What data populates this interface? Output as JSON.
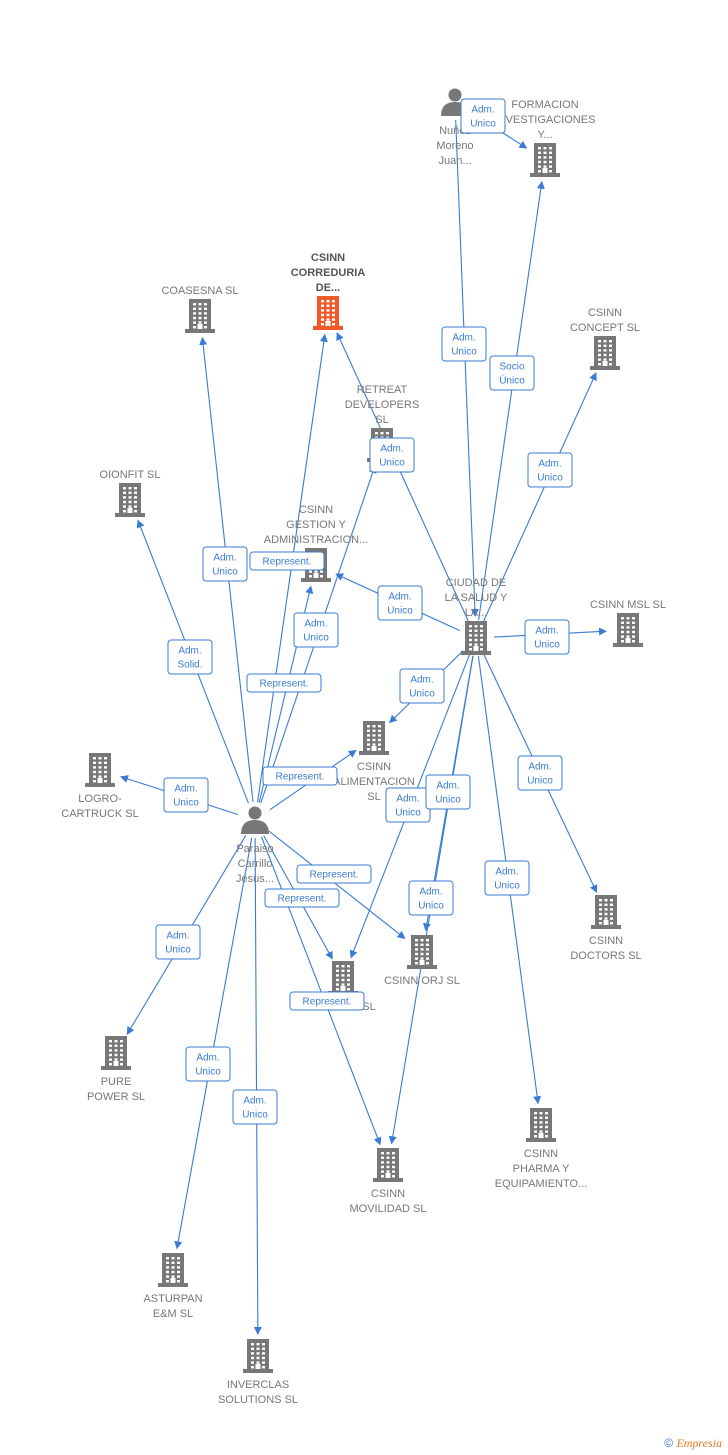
{
  "colors": {
    "edge": "#3a7bd5",
    "company": "#777777",
    "main": "#f05a28",
    "person": "#777777"
  },
  "footer": {
    "copyright": "©",
    "brand": "Empresia"
  },
  "nodes": [
    {
      "id": "nunez",
      "kind": "person",
      "lines": [
        "Nuñez",
        "Moreno",
        "Juan..."
      ]
    },
    {
      "id": "formacion",
      "kind": "company",
      "lines": [
        "FORMACION",
        "INVESTIGACIONES",
        "Y..."
      ]
    },
    {
      "id": "csinn_correduria",
      "kind": "main",
      "lines": [
        "CSINN",
        "CORREDURIA",
        "DE..."
      ]
    },
    {
      "id": "coasesna",
      "kind": "company",
      "lines": [
        "COASESNA SL"
      ]
    },
    {
      "id": "csinn_concept",
      "kind": "company",
      "lines": [
        "CSINN",
        "CONCEPT SL"
      ]
    },
    {
      "id": "retreat",
      "kind": "company",
      "lines": [
        "RETREAT",
        "DEVELOPERS",
        "SL"
      ]
    },
    {
      "id": "oionfit",
      "kind": "company",
      "lines": [
        "OIONFIT SL"
      ]
    },
    {
      "id": "csinn_gestion",
      "kind": "company",
      "lines": [
        "CSINN",
        "GESTION Y",
        "ADMINISTRACION..."
      ]
    },
    {
      "id": "ciudad",
      "kind": "company",
      "lines": [
        "CIUDAD DE",
        "LA SALUD Y",
        "LA..."
      ]
    },
    {
      "id": "csinn_msl",
      "kind": "company",
      "lines": [
        "CSINN MSL SL"
      ]
    },
    {
      "id": "csinn_alimentacion",
      "kind": "company",
      "lines": [
        "CSINN",
        "ALIMENTACION",
        "SL"
      ]
    },
    {
      "id": "logro",
      "kind": "company",
      "lines": [
        "LOGRO-",
        "CARTRUCK SL"
      ]
    },
    {
      "id": "paraiso",
      "kind": "person",
      "lines": [
        "Paraiso",
        "Carrillo",
        "Jesus..."
      ]
    },
    {
      "id": "csinn_doctors",
      "kind": "company",
      "lines": [
        "CSINN",
        "DOCTORS SL"
      ]
    },
    {
      "id": "csinn_orj",
      "kind": "company",
      "lines": [
        "CSINN ORJ SL"
      ]
    },
    {
      "id": "energia",
      "kind": "company",
      "lines": [
        "ENERGIA SL"
      ]
    },
    {
      "id": "pure",
      "kind": "company",
      "lines": [
        "PURE",
        "POWER SL"
      ]
    },
    {
      "id": "csinn_pharma",
      "kind": "company",
      "lines": [
        "CSINN",
        "PHARMA Y",
        "EQUIPAMIENTO..."
      ]
    },
    {
      "id": "csinn_movilidad",
      "kind": "company",
      "lines": [
        "CSINN",
        "MOVILIDAD SL"
      ]
    },
    {
      "id": "asturpan",
      "kind": "company",
      "lines": [
        "ASTURPAN",
        "E&M SL"
      ]
    },
    {
      "id": "inverclas",
      "kind": "company",
      "lines": [
        "INVERCLAS",
        "SOLUTIONS SL"
      ]
    }
  ],
  "edges": [
    {
      "from": "nunez",
      "to": "formacion",
      "lines": [
        "Adm.",
        "Unico"
      ]
    },
    {
      "from": "nunez",
      "to": "ciudad",
      "lines": [
        "Adm.",
        "Unico"
      ]
    },
    {
      "from": "ciudad",
      "to": "formacion",
      "lines": [
        "Socio",
        "Único"
      ]
    },
    {
      "from": "ciudad",
      "to": "csinn_concept",
      "lines": [
        "Adm.",
        "Unico"
      ]
    },
    {
      "from": "ciudad",
      "to": "csinn_correduria",
      "lines": [
        "Adm.",
        "Unico"
      ]
    },
    {
      "from": "ciudad",
      "to": "csinn_gestion",
      "lines": [
        "Adm.",
        "Unico"
      ]
    },
    {
      "from": "ciudad",
      "to": "csinn_msl",
      "lines": [
        "Adm.",
        "Unico"
      ]
    },
    {
      "from": "ciudad",
      "to": "csinn_alimentacion",
      "lines": [
        "Adm.",
        "Unico"
      ]
    },
    {
      "from": "ciudad",
      "to": "csinn_doctors",
      "lines": [
        "Adm.",
        "Unico"
      ]
    },
    {
      "from": "ciudad",
      "to": "energia",
      "lines": [
        "Adm.",
        "Unico"
      ]
    },
    {
      "from": "ciudad",
      "to": "csinn_orj",
      "lines": [
        "Adm.",
        "Unico"
      ]
    },
    {
      "from": "ciudad",
      "to": "csinn_movilidad",
      "lines": [
        "Adm.",
        "Unico"
      ]
    },
    {
      "from": "ciudad",
      "to": "csinn_pharma",
      "lines": [
        "Adm.",
        "Unico"
      ]
    },
    {
      "from": "paraiso",
      "to": "coasesna",
      "lines": [
        "Adm.",
        "Unico"
      ]
    },
    {
      "from": "paraiso",
      "to": "csinn_correduria",
      "lines": [
        "Represent."
      ]
    },
    {
      "from": "paraiso",
      "to": "retreat",
      "lines": [
        "Represent."
      ]
    },
    {
      "from": "paraiso",
      "to": "oionfit",
      "lines": [
        "Adm.",
        "Solid."
      ]
    },
    {
      "from": "paraiso",
      "to": "csinn_gestion",
      "lines": [
        "Adm.",
        "Unico"
      ]
    },
    {
      "from": "paraiso",
      "to": "csinn_alimentacion",
      "lines": [
        "Represent."
      ]
    },
    {
      "from": "paraiso",
      "to": "logro",
      "lines": [
        "Adm.",
        "Unico"
      ]
    },
    {
      "from": "paraiso",
      "to": "csinn_orj",
      "lines": [
        "Represent."
      ]
    },
    {
      "from": "paraiso",
      "to": "energia",
      "lines": [
        "Represent."
      ]
    },
    {
      "from": "paraiso",
      "to": "csinn_movilidad",
      "lines": [
        "Represent."
      ]
    },
    {
      "from": "paraiso",
      "to": "pure",
      "lines": [
        "Adm.",
        "Unico"
      ]
    },
    {
      "from": "paraiso",
      "to": "asturpan",
      "lines": [
        "Adm.",
        "Unico"
      ]
    },
    {
      "from": "paraiso",
      "to": "inverclas",
      "lines": [
        "Adm.",
        "Unico"
      ]
    }
  ]
}
